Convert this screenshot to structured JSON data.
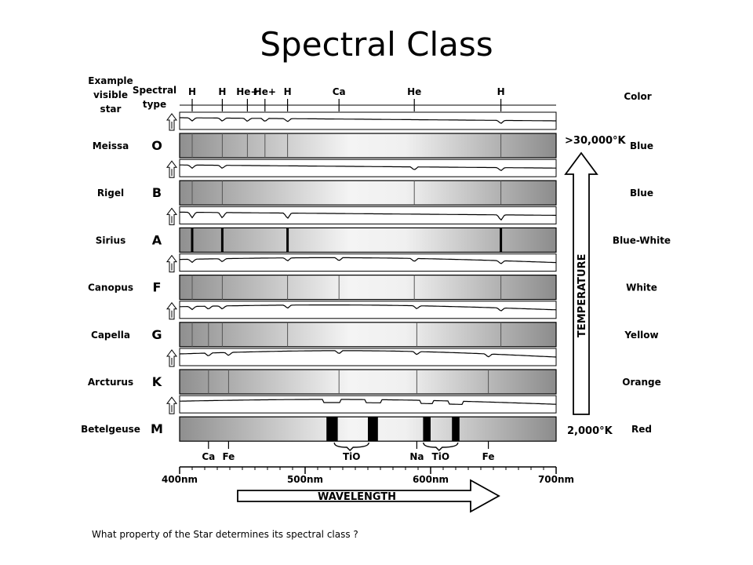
{
  "title": "Spectral Class",
  "question": "What property of the Star determines its spectral class ?",
  "headers": {
    "star_line1": "Example",
    "star_line2": "visible",
    "star_line3": "star",
    "type_line1": "Spectral",
    "type_line2": "type",
    "color": "Color"
  },
  "top_lines": [
    {
      "label": "H",
      "wavelength": 410
    },
    {
      "label": "H",
      "wavelength": 434
    },
    {
      "label": "He+",
      "wavelength": 454
    },
    {
      "label": "He+",
      "wavelength": 468
    },
    {
      "label": "H",
      "wavelength": 486
    },
    {
      "label": "Ca",
      "wavelength": 527
    },
    {
      "label": "He",
      "wavelength": 587
    },
    {
      "label": "H",
      "wavelength": 656
    }
  ],
  "classes": [
    {
      "star": "Meissa",
      "type": "O",
      "color": "Blue",
      "lines": [
        410,
        434,
        454,
        468,
        486,
        656
      ]
    },
    {
      "star": "Rigel",
      "type": "B",
      "color": "Blue",
      "lines": [
        410,
        434,
        587,
        656
      ]
    },
    {
      "star": "Sirius",
      "type": "A",
      "color": "Blue-White",
      "lines": [
        410,
        434,
        486,
        656
      ],
      "heavy": [
        410,
        434,
        486,
        656
      ]
    },
    {
      "star": "Canopus",
      "type": "F",
      "color": "White",
      "lines": [
        410,
        434,
        486,
        527,
        587,
        656
      ]
    },
    {
      "star": "Capella",
      "type": "G",
      "color": "Yellow",
      "lines": [
        410,
        423,
        434,
        486,
        589,
        656
      ]
    },
    {
      "star": "Arcturus",
      "type": "K",
      "color": "Orange",
      "lines": [
        423,
        439,
        527,
        589,
        646
      ]
    },
    {
      "star": "Betelgeuse",
      "type": "M",
      "color": "Red",
      "lines": [],
      "bands": [
        [
          517,
          526
        ],
        [
          550,
          558
        ],
        [
          594,
          600
        ],
        [
          617,
          623
        ]
      ]
    }
  ],
  "bottom_labels": [
    {
      "label": "Ca",
      "wavelength": 423
    },
    {
      "label": "Fe",
      "wavelength": 439
    },
    {
      "label": "TiO",
      "wavelength": 537
    },
    {
      "label": "Na",
      "wavelength": 589
    },
    {
      "label": "TiO",
      "wavelength": 608
    },
    {
      "label": "Fe",
      "wavelength": 646
    }
  ],
  "axis": {
    "min": 400,
    "max": 700,
    "ticks": [
      {
        "value": 400,
        "label": "400nm"
      },
      {
        "value": 500,
        "label": "500nm"
      },
      {
        "value": 600,
        "label": "600nm"
      },
      {
        "value": 700,
        "label": "700nm"
      }
    ],
    "label": "WAVELENGTH"
  },
  "temperature": {
    "label": "TEMPERATURE",
    "high": ">30,000°K",
    "low": "2,000°K"
  },
  "icons": {
    "row_arrow": "up-arrow-icon",
    "axis_arrow": "right-arrow-icon",
    "temp_arrow": "up-arrow-icon"
  }
}
